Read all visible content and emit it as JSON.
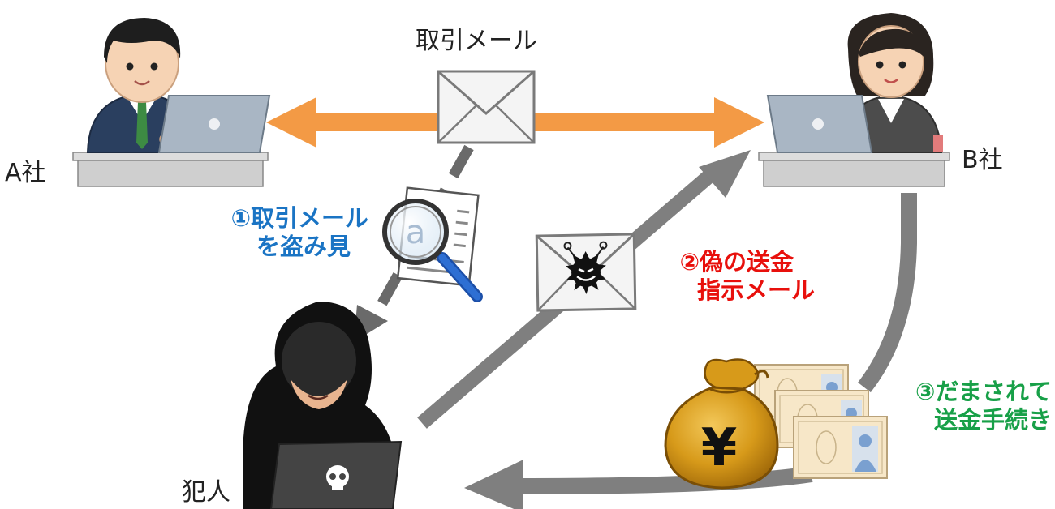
{
  "labels": {
    "company_a": "A社",
    "company_b": "B社",
    "criminal": "犯人",
    "mail_title": "取引メール"
  },
  "steps": {
    "step1": {
      "line1": "①取引メール",
      "line2": "を盗み見",
      "color": "#1a74c4"
    },
    "step2": {
      "line1": "②偽の送金",
      "line2": "指示メール",
      "color": "#e8100c"
    },
    "step3": {
      "line1": "③だまされて",
      "line2": "送金手続き",
      "color": "#18a048"
    }
  },
  "colors": {
    "orange_arrow": "#f39a45",
    "gray_arrow": "#7f7f7f",
    "dashed_arrow": "#6a6a6a",
    "magnifier": "#2e6fd3",
    "money_bag": "#d79a1a"
  },
  "icons": {
    "mail": "envelope-icon",
    "virus_mail": "virus-envelope-icon",
    "magnifier": "magnifier-icon",
    "money": "money-bag-icon",
    "banknotes": "banknote-icon"
  }
}
